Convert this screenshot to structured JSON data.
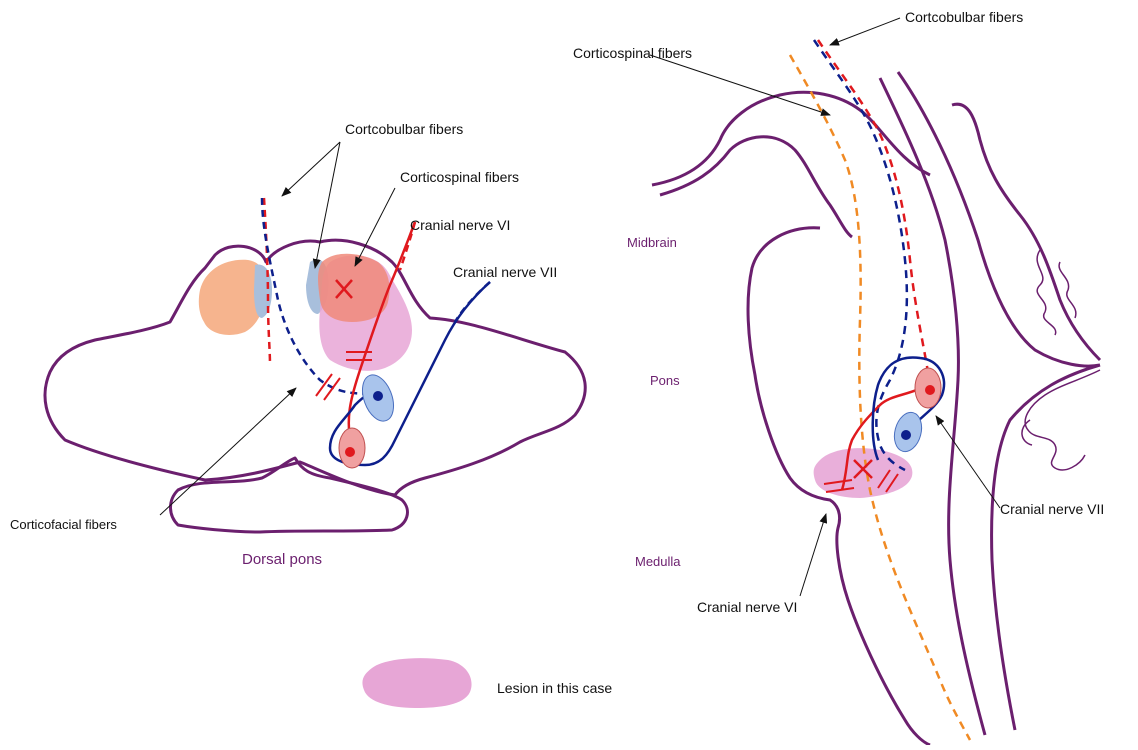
{
  "labels": {
    "left_corticobulbar": "Cortcobulbar fibers",
    "left_corticospinal": "Corticospinal fibers",
    "left_cn6": "Cranial nerve VI",
    "left_cn7": "Cranial nerve VII",
    "left_corticofacial": "Corticofacial fibers",
    "dorsal_pons": "Dorsal pons",
    "right_corticobulbar": "Cortcobulbar fibers",
    "right_corticospinal": "Corticospinal fibers",
    "midbrain": "Midbrain",
    "pons": "Pons",
    "medulla": "Medulla",
    "right_cn7": "Cranial nerve VII",
    "right_cn6": "Cranial nerve VI",
    "legend_lesion": "Lesion in this case"
  },
  "colors": {
    "outline": "#6b1f6e",
    "corticobulbar_red": "#e0191e",
    "corticobulbar_blue": "#0d1f8c",
    "corticospinal_orange": "#f08a24",
    "lesion_pink": "#e7a6d6",
    "nucleus_red": "#f0a0a0",
    "nucleus_blue": "#a9c4ec",
    "corticospinal_area": "#f6b48e",
    "corticobulbar_area": "#a8bfdc",
    "region_text": "#6b1f6e"
  }
}
